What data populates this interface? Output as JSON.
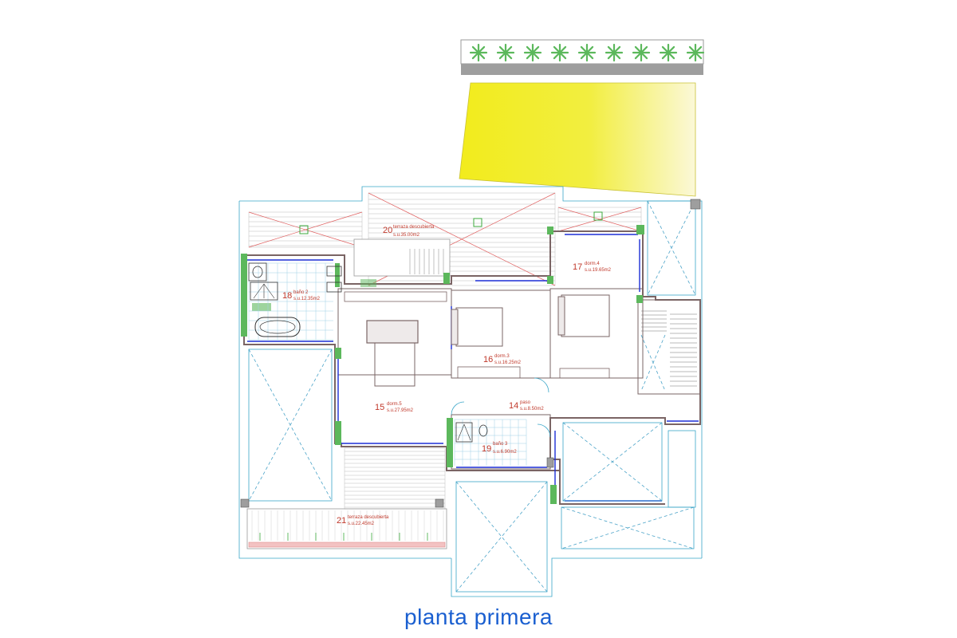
{
  "title": "planta primera",
  "colors": {
    "title": "#1a5fd0",
    "labels": "#c0392b",
    "walls": "#7a6464",
    "windows": "#1d2fd6",
    "awning": "#f2ec1c",
    "plants": "#5cb85c"
  },
  "rooms": {
    "r20": {
      "num": "20",
      "name": "terraza descubierta",
      "area": "s.u.35.00m2"
    },
    "r17": {
      "num": "17",
      "name": "dorm.4",
      "area": "s.u.19.65m2"
    },
    "r18": {
      "num": "18",
      "name": "baño 2",
      "area": "s.u.12.35m2"
    },
    "r16": {
      "num": "16",
      "name": "dorm.3",
      "area": "s.u.16.25m2"
    },
    "r15": {
      "num": "15",
      "name": "dorm.5",
      "area": "s.u.27.95m2"
    },
    "r14": {
      "num": "14",
      "name": "paso",
      "area": "s.u.8.50m2"
    },
    "r19": {
      "num": "19",
      "name": "baño 3",
      "area": "s.u.6.90m2"
    },
    "r21": {
      "num": "21",
      "name": "terraza descubierta",
      "area": "s.u.22.45m2"
    }
  }
}
